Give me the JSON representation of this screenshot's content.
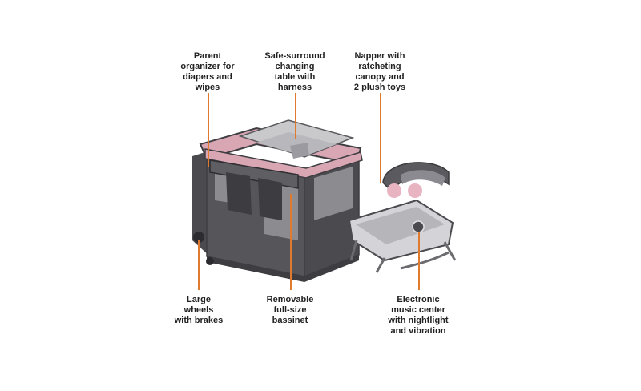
{
  "callouts": {
    "organizer": [
      "Parent",
      "organizer for",
      "diapers and",
      "wipes"
    ],
    "changing_table": [
      "Safe-surround",
      "changing",
      "table with",
      "harness"
    ],
    "napper": [
      "Napper with",
      "ratcheting",
      "canopy and",
      "2 plush toys"
    ],
    "wheels": [
      "Large",
      "wheels",
      "with brakes"
    ],
    "bassinet": [
      "Removable",
      "full-size",
      "bassinet"
    ],
    "music_center": [
      "Electronic",
      "music center",
      "with nightlight",
      "and vibration"
    ]
  },
  "colors": {
    "accent_line": "#e07a2e",
    "frame_dark": "#4a4a4f",
    "fabric_pink": "#d9a7b3",
    "mesh_gray": "#c9c9cc"
  }
}
